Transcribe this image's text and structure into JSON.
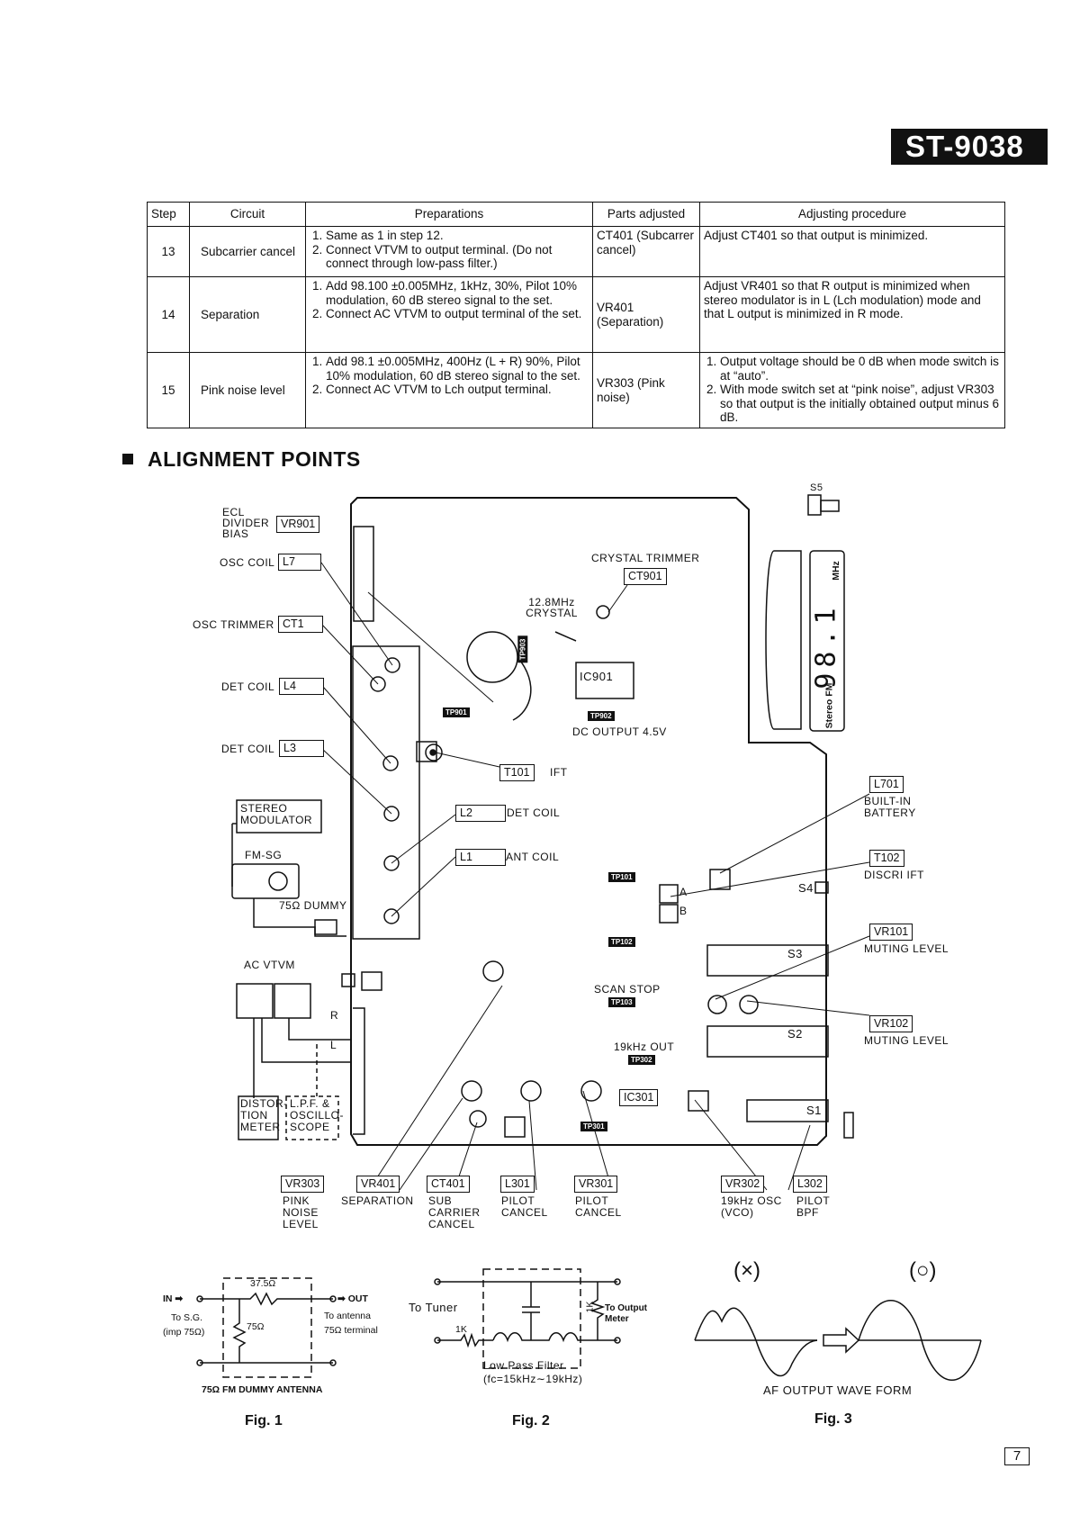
{
  "header": {
    "model": "ST-9038"
  },
  "table": {
    "headers": [
      "Step",
      "Circuit",
      "Preparations",
      "Parts adjusted",
      "Adjusting procedure"
    ],
    "rows": [
      {
        "step": "13",
        "circuit": "Subcarrier cancel",
        "prep": [
          "Same as 1 in step 12.",
          "Connect VTVM to output terminal. (Do not connect through low-pass filter.)"
        ],
        "parts": "CT401 (Subcarrer cancel)",
        "procedure": "Adjust CT401 so that output is minimized."
      },
      {
        "step": "14",
        "circuit": "Separation",
        "prep": [
          "Add 98.100 ±0.005MHz, 1kHz, 30%, Pilot 10% modulation, 60 dB stereo signal to the set.",
          "Connect AC VTVM to output terminal of the set."
        ],
        "parts": "VR401 (Separation)",
        "procedure": "Adjust VR401 so that R output is minimized when stereo modulator is in L (Lch modulation) mode and that L output is minimized in R mode."
      },
      {
        "step": "15",
        "circuit": "Pink noise level",
        "prep": [
          "Add 98.1 ±0.005MHz, 400Hz (L + R) 90%, Pilot 10% modulation, 60 dB stereo signal to the set.",
          "Connect AC VTVM to Lch output terminal."
        ],
        "parts": "VR303 (Pink noise)",
        "procedure_list": [
          "Output voltage should be 0 dB when mode switch is at “auto”.",
          "With mode switch set at “pink noise”, adjust VR303 so that output is the initially obtained output minus 6 dB."
        ]
      }
    ]
  },
  "section_title": "ALIGNMENT POINTS",
  "diagram": {
    "s5": "S5",
    "ecl_label": "ECL DIVIDER BIAS",
    "vr901": "VR901",
    "osc_coil": "OSC COIL",
    "l7": "L7",
    "osc_trimmer": "OSC TRIMMER",
    "ct1": "CT1",
    "det_coil_1": "DET COIL",
    "l4": "L4",
    "det_coil_2": "DET COIL",
    "l3": "L3",
    "stereo_modulator": "STEREO MODULATOR",
    "fm_sg": "FM-SG",
    "dummy": "75Ω DUMMY",
    "ac_vtvm": "AC VTVM",
    "r": "R",
    "l": "L",
    "distortion_meter": "DISTOR-TION METER",
    "lpf_scope": "L.P.F. & OSCILLO-SCOPE",
    "crystal_trimmer": "CRYSTAL TRIMMER",
    "ct901": "CT901",
    "crystal": "12.8MHz CRYSTAL",
    "ic901": "IC901",
    "tp903": "TP903",
    "tp901": "TP901",
    "tp902": "TP902",
    "dc_output": "DC OUTPUT 4.5V",
    "t101": "T101",
    "ift": "IFT",
    "l2": "L2",
    "det_coil_3": "DET COIL",
    "l1": "L1",
    "ant_coil": "ANT COIL",
    "tp101": "TP101",
    "tp102": "TP102",
    "a": "A",
    "b": "B",
    "s4": "S4",
    "s3": "S3",
    "s2": "S2",
    "s1": "S1",
    "scan_stop": "SCAN STOP",
    "tp103": "TP103",
    "out19k": "19kHz OUT",
    "tp302": "TP302",
    "ic301": "IC301",
    "tp301": "TP301",
    "display_freq": "98.1",
    "display_mhz": "MHz",
    "display_stereo": "Stereo FM",
    "l701": "L701",
    "built_in_battery": "BUILT-IN BATTERY",
    "t102": "T102",
    "discri_ift": "DISCRI IFT",
    "vr101": "VR101",
    "muting_level_1": "MUTING LEVEL",
    "vr102": "VR102",
    "muting_level_2": "MUTING LEVEL",
    "bottom": [
      {
        "ref": "VR303",
        "desc": "PINK NOISE LEVEL"
      },
      {
        "ref": "VR401",
        "desc": "SEPARATION"
      },
      {
        "ref": "CT401",
        "desc": "SUB CARRIER CANCEL"
      },
      {
        "ref": "L301",
        "desc": "PILOT CANCEL"
      },
      {
        "ref": "VR301",
        "desc": "PILOT CANCEL"
      },
      {
        "ref": "VR302",
        "desc": "19kHz OSC (VCO)"
      },
      {
        "ref": "L302",
        "desc": "PILOT BPF"
      }
    ]
  },
  "fig1": {
    "in": "IN",
    "out": "OUT",
    "r1": "37.5Ω",
    "r2": "75Ω",
    "to_sg": "To S.G.",
    "imp": "(imp 75Ω)",
    "to_antenna": "To antenna",
    "terminal": "75Ω terminal",
    "caption": "75Ω FM DUMMY ANTENNA",
    "label": "Fig. 1"
  },
  "fig2": {
    "to_tuner": "To Tuner",
    "r1": "1K",
    "r2": "1K",
    "to_output_meter": "To Output Meter",
    "caption1": "Low Pass Filter",
    "caption2": "(fc=15kHz∼19kHz)",
    "label": "Fig. 2"
  },
  "fig3": {
    "bad": "(×)",
    "good": "(○)",
    "caption": "AF OUTPUT WAVE FORM",
    "label": "Fig. 3"
  },
  "page_number": "7"
}
